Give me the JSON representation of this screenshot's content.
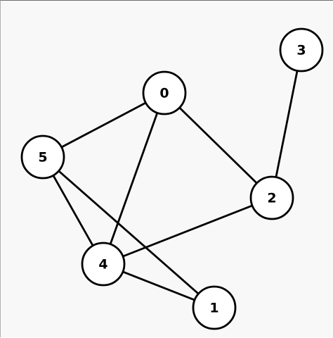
{
  "graph": {
    "nodes": [
      {
        "id": "0",
        "label": "0"
      },
      {
        "id": "1",
        "label": "1"
      },
      {
        "id": "2",
        "label": "2"
      },
      {
        "id": "3",
        "label": "3"
      },
      {
        "id": "4",
        "label": "4"
      },
      {
        "id": "5",
        "label": "5"
      }
    ],
    "edges": [
      {
        "from": "0",
        "to": "5"
      },
      {
        "from": "0",
        "to": "4"
      },
      {
        "from": "0",
        "to": "2"
      },
      {
        "from": "3",
        "to": "2"
      },
      {
        "from": "2",
        "to": "4"
      },
      {
        "from": "5",
        "to": "4"
      },
      {
        "from": "5",
        "to": "1"
      },
      {
        "from": "4",
        "to": "1"
      }
    ],
    "colors": {
      "stroke": "#000000",
      "node_fill": "#ffffff",
      "background": "#f8f8f8"
    }
  }
}
